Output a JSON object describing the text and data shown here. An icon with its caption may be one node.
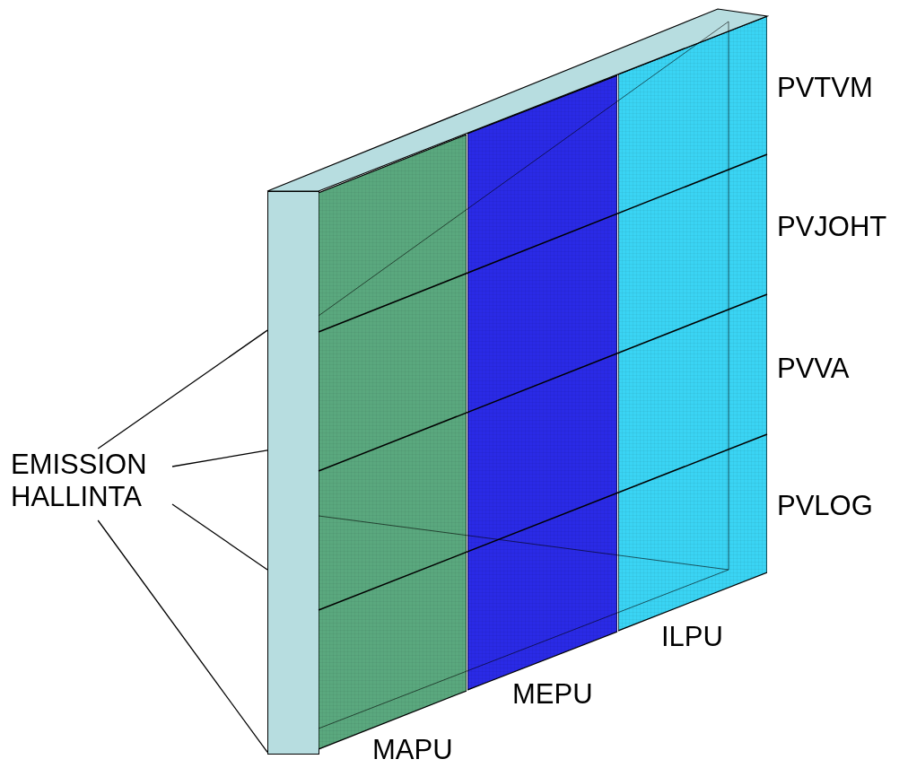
{
  "diagram": {
    "nodes": [
      {
        "text": [],
        "shape": "bar"
      },
      {
        "text": [
          "MAPU"
        ]
      },
      {
        "text": [
          "MEPU"
        ]
      },
      {
        "text": [
          "ILPU"
        ]
      },
      {
        "text": [
          "EMISSION HALLINTA"
        ]
      }
    ],
    "edges": [
      {
        "from": 4,
        "to": 0,
        "arrow": "none"
      },
      {
        "from": 4,
        "to": 0,
        "arrow": "none"
      },
      {
        "from": 4,
        "to": 0,
        "arrow": "none"
      },
      {
        "from": 4,
        "to": 0,
        "arrow": "none"
      }
    ],
    "labels": [
      "PVTVM",
      "PVJOHT",
      "PVVA",
      "PVLOG"
    ]
  }
}
